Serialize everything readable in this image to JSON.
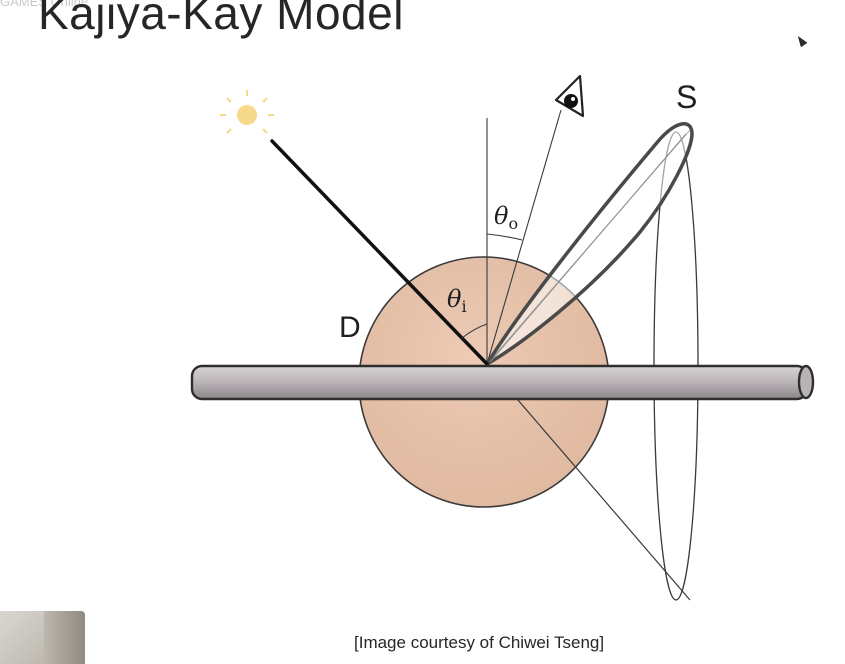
{
  "slide": {
    "title": "Kajiya-Kay Model",
    "top_faint_left": "GAMES   Online",
    "top_faint_right": "   "
  },
  "diagram": {
    "label_specular": "S",
    "label_diffuse": "D",
    "theta_symbol": "θ",
    "theta_out_subscript": "o",
    "theta_in_subscript": "i",
    "colors": {
      "diffuse_sphere": "#e9c7b0",
      "hair_strand": "#b7b1b4",
      "light_source": "#f6d98a",
      "outline": "#3a3a3a"
    },
    "icons": [
      "sun-icon",
      "eye-icon"
    ]
  },
  "caption": "[Image courtesy of Chiwei Tseng]"
}
